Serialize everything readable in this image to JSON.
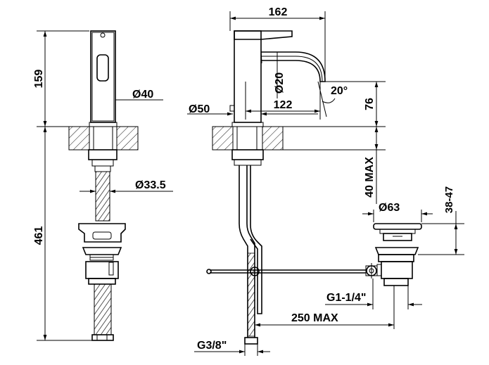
{
  "drawing": {
    "dimensions": {
      "width_total": "162",
      "height_above_deck": "159",
      "spout_diameter": "Ø40",
      "spout_pipe_diameter": "Ø20",
      "spout_angle": "20°",
      "base_diameter": "Ø50",
      "spout_reach": "122",
      "spout_height": "76",
      "shank_diameter": "Ø33.5",
      "deck_thickness_max": "40 MAX",
      "waste_diameter": "Ø63",
      "waste_height": "38-47",
      "overall_height": "461",
      "waste_thread": "G1-1/4\"",
      "rod_length_max": "250 MAX",
      "hose_thread": "G3/8\""
    },
    "colors": {
      "line": "#000000",
      "background": "#ffffff",
      "hatch": "#000000"
    }
  }
}
